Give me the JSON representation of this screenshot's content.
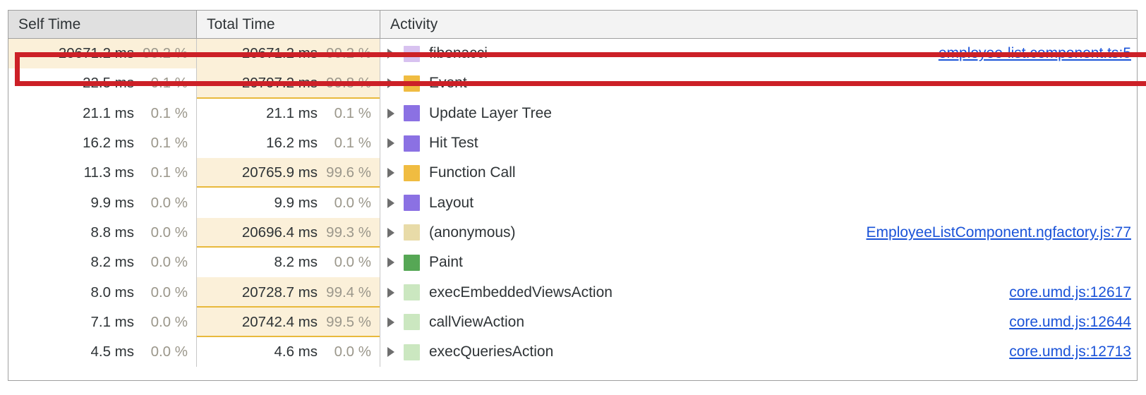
{
  "panel": {
    "name": "bottom-up-call-tree",
    "accent_link_color": "#1a53d8",
    "bar_fill_color": "#fbf0d9",
    "bar_underline_color": "#e8b93c",
    "highlight_color": "#cc2027"
  },
  "columns": [
    {
      "key": "self",
      "label": "Self Time",
      "sorted": true
    },
    {
      "key": "total",
      "label": "Total Time",
      "sorted": false
    },
    {
      "key": "activity",
      "label": "Activity",
      "sorted": false
    }
  ],
  "rows": [
    {
      "self_ms": "20671.2 ms",
      "self_pct": "99.2 %",
      "self_bar": 100,
      "self_bar_underline": false,
      "total_ms": "20671.2 ms",
      "total_pct": "99.2 %",
      "total_bar": 100,
      "total_bar_underline": false,
      "activity": "fibonacci",
      "swatch": "#d8c2f0",
      "swatch_name": "category-swatch-scripting-light",
      "source": "employee-list.component.ts:5",
      "highlighted": true
    },
    {
      "self_ms": "22.5 ms",
      "self_pct": "0.1 %",
      "self_bar": 0,
      "self_bar_underline": false,
      "total_ms": "20797.2 ms",
      "total_pct": "99.8 %",
      "total_bar": 100,
      "total_bar_underline": true,
      "activity": "Event",
      "swatch": "#f0bc41",
      "swatch_name": "category-swatch-scripting",
      "source": "",
      "highlighted": false
    },
    {
      "self_ms": "21.1 ms",
      "self_pct": "0.1 %",
      "self_bar": 0,
      "self_bar_underline": false,
      "total_ms": "21.1 ms",
      "total_pct": "0.1 %",
      "total_bar": 0,
      "total_bar_underline": false,
      "activity": "Update Layer Tree",
      "swatch": "#8b71e3",
      "swatch_name": "category-swatch-rendering",
      "source": "",
      "highlighted": false
    },
    {
      "self_ms": "16.2 ms",
      "self_pct": "0.1 %",
      "self_bar": 0,
      "self_bar_underline": false,
      "total_ms": "16.2 ms",
      "total_pct": "0.1 %",
      "total_bar": 0,
      "total_bar_underline": false,
      "activity": "Hit Test",
      "swatch": "#8b71e3",
      "swatch_name": "category-swatch-rendering",
      "source": "",
      "highlighted": false
    },
    {
      "self_ms": "11.3 ms",
      "self_pct": "0.1 %",
      "self_bar": 0,
      "self_bar_underline": false,
      "total_ms": "20765.9 ms",
      "total_pct": "99.6 %",
      "total_bar": 100,
      "total_bar_underline": true,
      "activity": "Function Call",
      "swatch": "#f0bc41",
      "swatch_name": "category-swatch-scripting",
      "source": "",
      "highlighted": false
    },
    {
      "self_ms": "9.9 ms",
      "self_pct": "0.0 %",
      "self_bar": 0,
      "self_bar_underline": false,
      "total_ms": "9.9 ms",
      "total_pct": "0.0 %",
      "total_bar": 0,
      "total_bar_underline": false,
      "activity": "Layout",
      "swatch": "#8b71e3",
      "swatch_name": "category-swatch-rendering",
      "source": "",
      "highlighted": false
    },
    {
      "self_ms": "8.8 ms",
      "self_pct": "0.0 %",
      "self_bar": 0,
      "self_bar_underline": false,
      "total_ms": "20696.4 ms",
      "total_pct": "99.3 %",
      "total_bar": 100,
      "total_bar_underline": true,
      "activity": "(anonymous)",
      "swatch": "#e8dba8",
      "swatch_name": "category-swatch-scripting-pale",
      "source": "EmployeeListComponent.ngfactory.js:77",
      "highlighted": false
    },
    {
      "self_ms": "8.2 ms",
      "self_pct": "0.0 %",
      "self_bar": 0,
      "self_bar_underline": false,
      "total_ms": "8.2 ms",
      "total_pct": "0.0 %",
      "total_bar": 0,
      "total_bar_underline": false,
      "activity": "Paint",
      "swatch": "#56a755",
      "swatch_name": "category-swatch-painting",
      "source": "",
      "highlighted": false
    },
    {
      "self_ms": "8.0 ms",
      "self_pct": "0.0 %",
      "self_bar": 0,
      "self_bar_underline": false,
      "total_ms": "20728.7 ms",
      "total_pct": "99.4 %",
      "total_bar": 100,
      "total_bar_underline": true,
      "activity": "execEmbeddedViewsAction",
      "swatch": "#cbe7c0",
      "swatch_name": "category-swatch-painting-pale",
      "source": "core.umd.js:12617",
      "highlighted": false
    },
    {
      "self_ms": "7.1 ms",
      "self_pct": "0.0 %",
      "self_bar": 0,
      "self_bar_underline": false,
      "total_ms": "20742.4 ms",
      "total_pct": "99.5 %",
      "total_bar": 100,
      "total_bar_underline": true,
      "activity": "callViewAction",
      "swatch": "#cbe7c0",
      "swatch_name": "category-swatch-painting-pale",
      "source": "core.umd.js:12644",
      "highlighted": false
    },
    {
      "self_ms": "4.5 ms",
      "self_pct": "0.0 %",
      "self_bar": 0,
      "self_bar_underline": false,
      "total_ms": "4.6 ms",
      "total_pct": "0.0 %",
      "total_bar": 0,
      "total_bar_underline": false,
      "activity": "execQueriesAction",
      "swatch": "#cbe7c0",
      "swatch_name": "category-swatch-painting-pale",
      "source": "core.umd.js:12713",
      "highlighted": false
    }
  ]
}
